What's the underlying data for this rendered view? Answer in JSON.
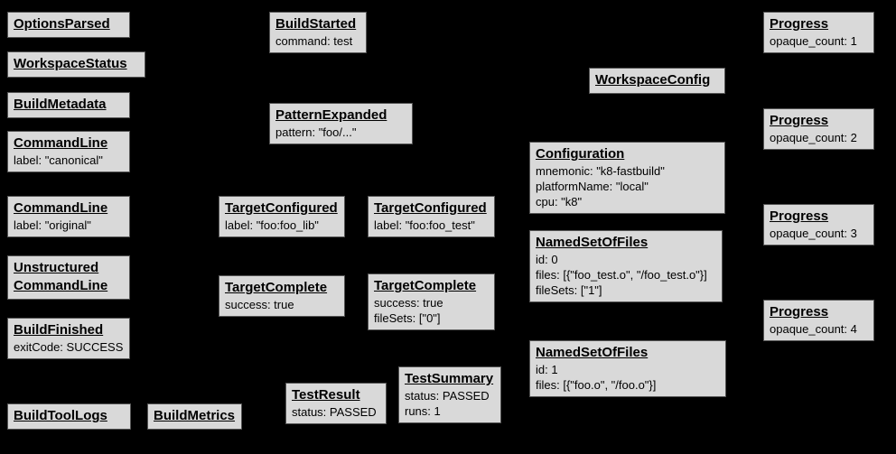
{
  "canvas": {
    "background_color": "#000000",
    "node_fill_color": "#d9d9d9",
    "node_border_color": "#555555",
    "text_color": "#000000"
  },
  "nodes": [
    {
      "title": "OptionsParsed",
      "lines": []
    },
    {
      "title": "WorkspaceStatus",
      "lines": []
    },
    {
      "title": "BuildMetadata",
      "lines": []
    },
    {
      "title": "CommandLine",
      "lines": [
        "label: \"canonical\""
      ]
    },
    {
      "title": "CommandLine",
      "lines": [
        "label: \"original\""
      ]
    },
    {
      "title": "Unstructured",
      "title2": "CommandLine",
      "lines": []
    },
    {
      "title": "BuildFinished",
      "lines": [
        "exitCode: SUCCESS"
      ]
    },
    {
      "title": "BuildToolLogs",
      "lines": []
    },
    {
      "title": "BuildMetrics",
      "lines": []
    },
    {
      "title": "BuildStarted",
      "lines": [
        "command: test"
      ]
    },
    {
      "title": "PatternExpanded",
      "lines": [
        "pattern: \"foo/...\""
      ]
    },
    {
      "title": "TargetConfigured",
      "lines": [
        "label: \"foo:foo_lib\""
      ]
    },
    {
      "title": "TargetConfigured",
      "lines": [
        "label: \"foo:foo_test\""
      ]
    },
    {
      "title": "TargetComplete",
      "lines": [
        "success: true"
      ]
    },
    {
      "title": "TargetComplete",
      "lines": [
        "success: true",
        "fileSets: [\"0\"]"
      ]
    },
    {
      "title": "TestResult",
      "lines": [
        "status: PASSED"
      ]
    },
    {
      "title": "TestSummary",
      "lines": [
        "status: PASSED",
        "runs: 1"
      ]
    },
    {
      "title": "WorkspaceConfig",
      "lines": []
    },
    {
      "title": "Configuration",
      "lines": [
        "mnemonic: \"k8-fastbuild\"",
        "platformName: \"local\"",
        "cpu: \"k8\""
      ]
    },
    {
      "title": "NamedSetOfFiles",
      "lines": [
        "id: 0",
        "files: [{\"foo_test.o\", \"/foo_test.o\"}]",
        "fileSets: [\"1\"]"
      ]
    },
    {
      "title": "NamedSetOfFiles",
      "lines": [
        "id: 1",
        "files: [{\"foo.o\", \"/foo.o\"}]"
      ]
    },
    {
      "title": "Progress",
      "lines": [
        "opaque_count: 1"
      ]
    },
    {
      "title": "Progress",
      "lines": [
        "opaque_count: 2"
      ]
    },
    {
      "title": "Progress",
      "lines": [
        "opaque_count: 3"
      ]
    },
    {
      "title": "Progress",
      "lines": [
        "opaque_count: 4"
      ]
    }
  ]
}
